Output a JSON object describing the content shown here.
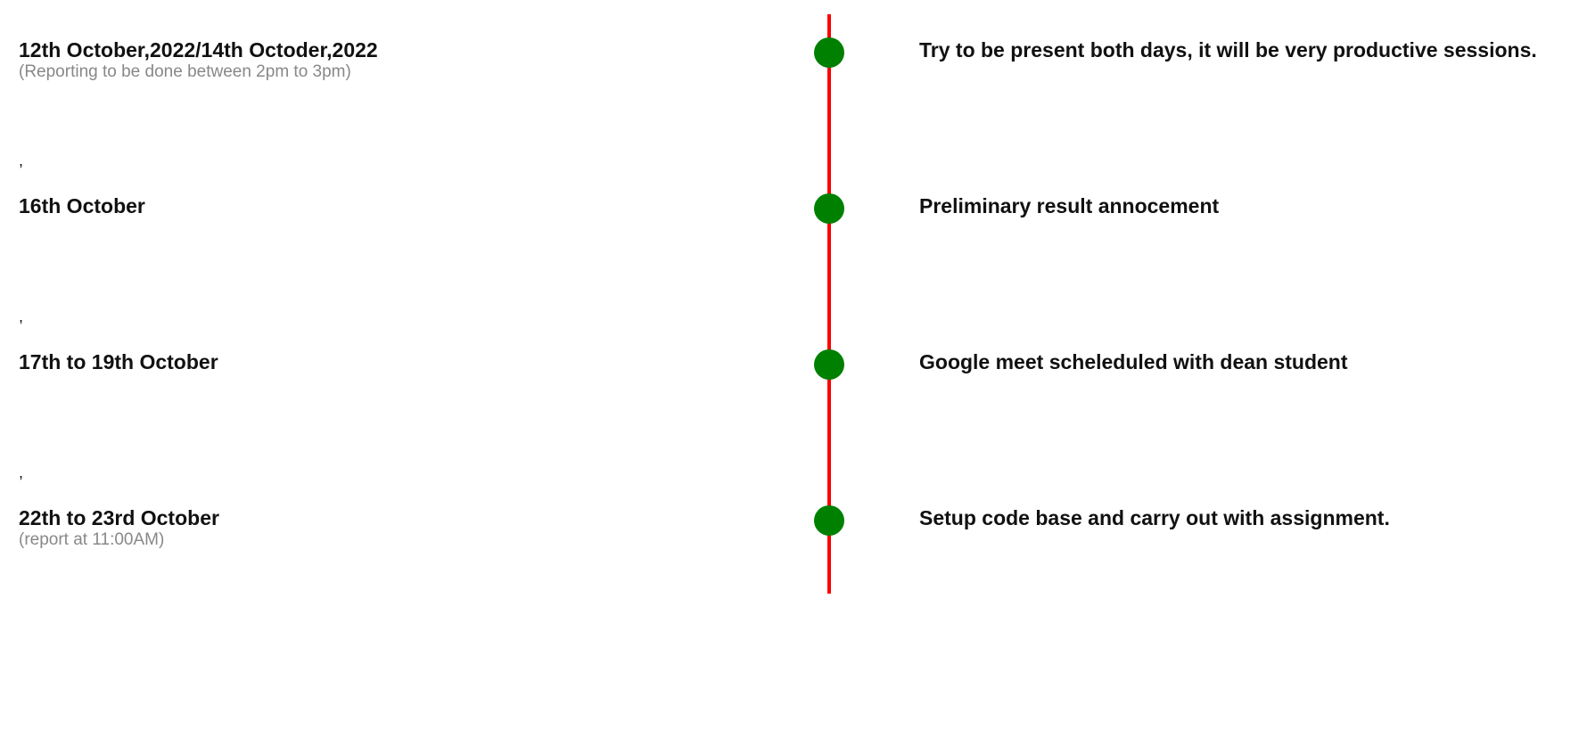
{
  "timeline": {
    "line_color": "#ff0000",
    "dot_color": "#008000",
    "entries": [
      {
        "date": "12th October,2022/14th Octoder,2022",
        "note": "(Reporting to be done between 2pm to 3pm)",
        "description": "Try to be present both days, it will be very productive sessions."
      },
      {
        "date": "16th October",
        "note": "",
        "description": "Preliminary result annocement"
      },
      {
        "date": "17th to 19th October",
        "note": "",
        "description": "Google meet scheleduled with dean student"
      },
      {
        "date": "22th to 23rd October",
        "note": "(report at 11:00AM)",
        "description": "Setup code base and carry out with assignment."
      }
    ],
    "separators": [
      ",",
      ",",
      ","
    ]
  }
}
